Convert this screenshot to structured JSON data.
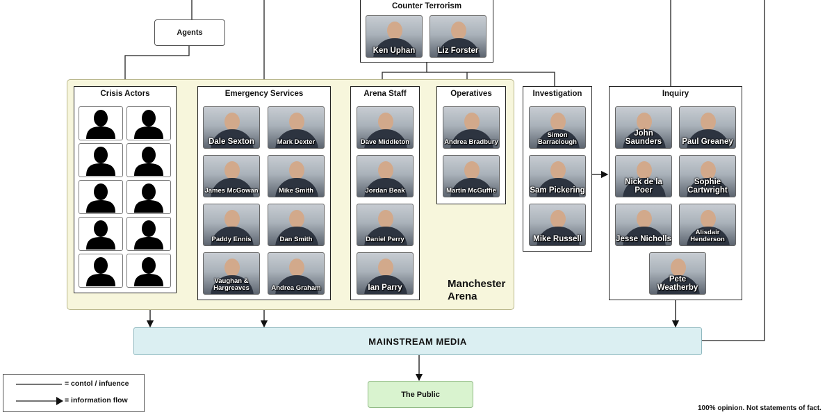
{
  "agents": {
    "label": "Agents"
  },
  "counter_terrorism": {
    "title": "Counter Terrorism",
    "people": [
      "Ken Uphan",
      "Liz Forster"
    ]
  },
  "arena_region": {
    "label": "Manchester\nArena"
  },
  "crisis_actors": {
    "title": "Crisis Actors",
    "silhouette_count": 10,
    "icon": "person-silhouette-icon"
  },
  "emergency_services": {
    "title": "Emergency Services",
    "people": [
      "Dale Sexton",
      "Mark Dexter",
      "James McGowan",
      "Mike Smith",
      "Paddy Ennis",
      "Dan Smith",
      "Vaughan &\nHargreaves",
      "Andrea Graham"
    ]
  },
  "arena_staff": {
    "title": "Arena Staff",
    "people": [
      "Dave Middleton",
      "Jordan Beak",
      "Daniel Perry",
      "Ian Parry"
    ]
  },
  "operatives": {
    "title": "Operatives",
    "people": [
      "Andrea Bradbury",
      "Martin McGuffie"
    ]
  },
  "investigation": {
    "title": "Investigation",
    "people": [
      "Simon Barraclough",
      "Sam Pickering",
      "Mike Russell"
    ]
  },
  "inquiry": {
    "title": "Inquiry",
    "people": [
      "John Saunders",
      "Paul Greaney",
      "Nick de la Poer",
      "Sophie Cartwright",
      "Jesse Nicholls",
      "Alisdair Henderson",
      "Pete Weatherby"
    ]
  },
  "mainstream_media": {
    "label": "MAINSTREAM MEDIA"
  },
  "the_public": {
    "label": "The Public"
  },
  "legend": {
    "control_label": "= contol / infuence",
    "flow_label": "= information flow"
  },
  "disclaimer": "100% opinion.  Not statements of fact.",
  "colors": {
    "arena_fill": "#f7f6dc",
    "media_fill": "#dbeff2",
    "public_fill": "#d9f3cf",
    "line": "#222222"
  }
}
